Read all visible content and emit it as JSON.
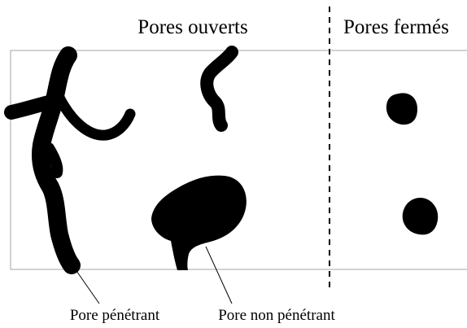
{
  "headings": {
    "open_pores": "Pores ouverts",
    "closed_pores": "Pores fermés"
  },
  "callouts": {
    "penetrating": "Pore pénétrant",
    "non_penetrating": "Pore non pénétrant"
  },
  "colors": {
    "pore_fill": "#000000",
    "sample_border": "#a6a6a6",
    "background": "#ffffff",
    "text": "#000000"
  }
}
